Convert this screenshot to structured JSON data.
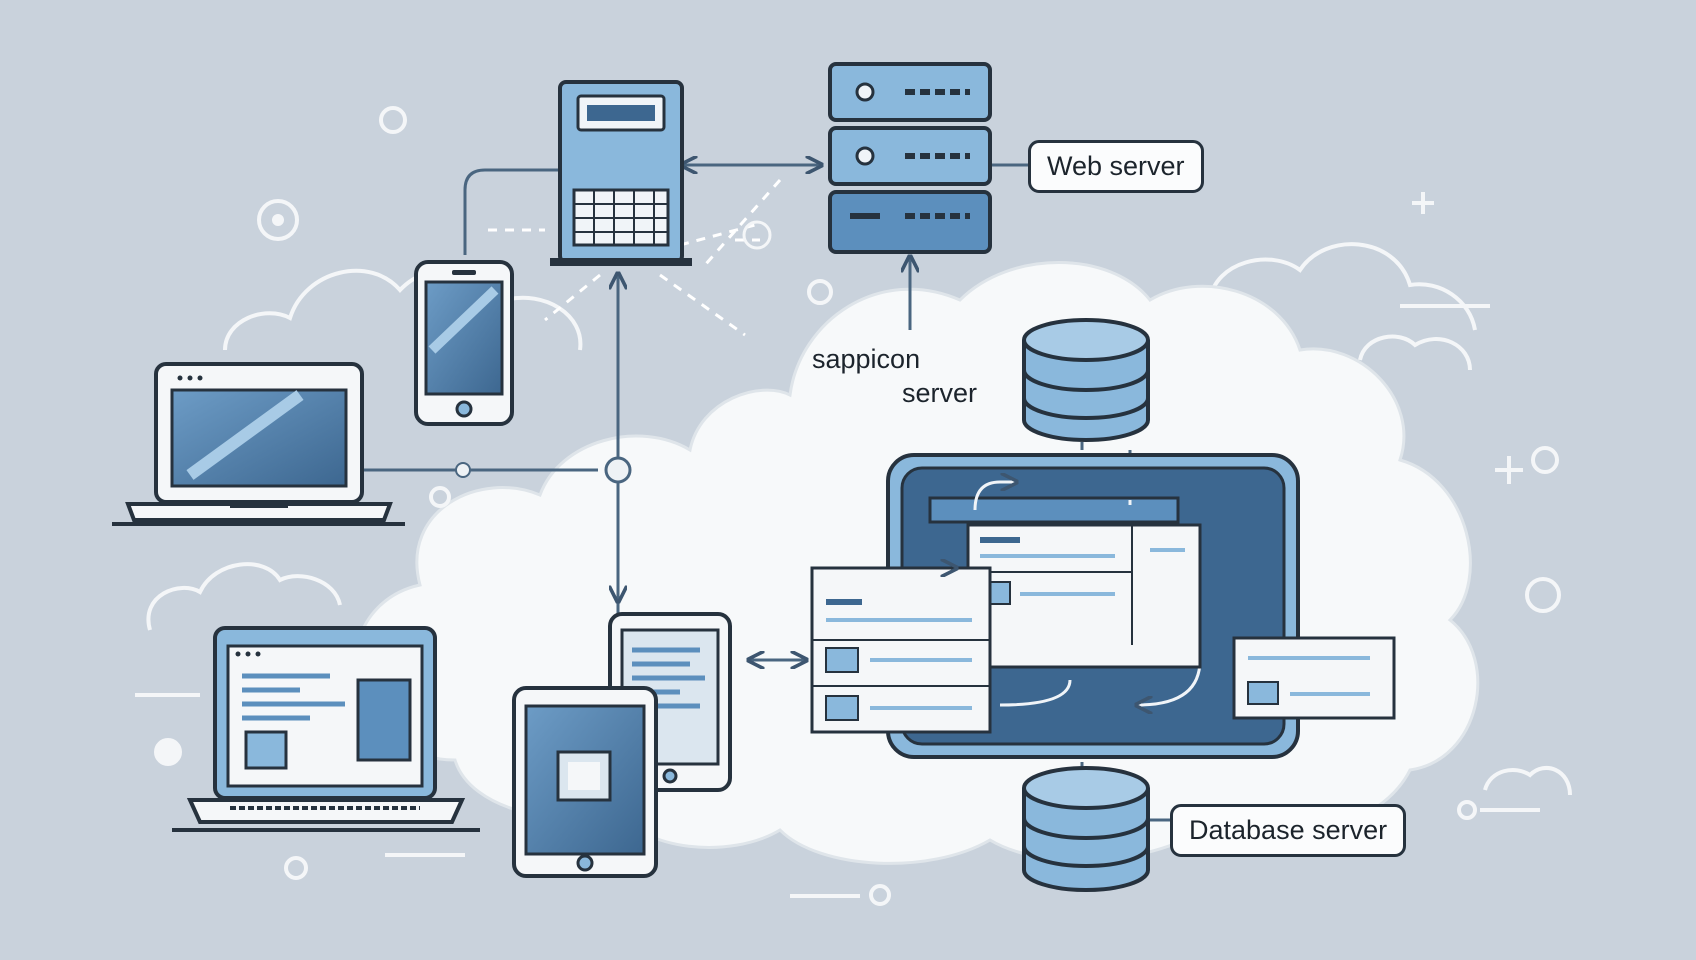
{
  "labels": {
    "web_server": "Web server",
    "app_server_line1": "sappicon",
    "app_server_line2": "server",
    "database_server": "Database server"
  },
  "colors": {
    "background": "#c9d2dc",
    "outline": "#26323e",
    "blue_light": "#8ab8dc",
    "blue_mid": "#5c8fbd",
    "blue_dark": "#3d6790",
    "cloud_fill": "#f7f9fa",
    "connector": "#4a6680"
  },
  "nodes": [
    {
      "name": "tower-server",
      "icon": "server-tower-icon"
    },
    {
      "name": "web-server-rack",
      "icon": "server-rack-icon"
    },
    {
      "name": "smartphone",
      "icon": "smartphone-icon"
    },
    {
      "name": "laptop-top",
      "icon": "laptop-icon"
    },
    {
      "name": "laptop-bottom",
      "icon": "laptop-browser-icon"
    },
    {
      "name": "tablet-back",
      "icon": "tablet-icon"
    },
    {
      "name": "tablet-front",
      "icon": "tablet-icon"
    },
    {
      "name": "database-top",
      "icon": "database-icon"
    },
    {
      "name": "database-bottom",
      "icon": "database-icon"
    },
    {
      "name": "application-server-panel",
      "icon": "application-window-icon"
    }
  ]
}
